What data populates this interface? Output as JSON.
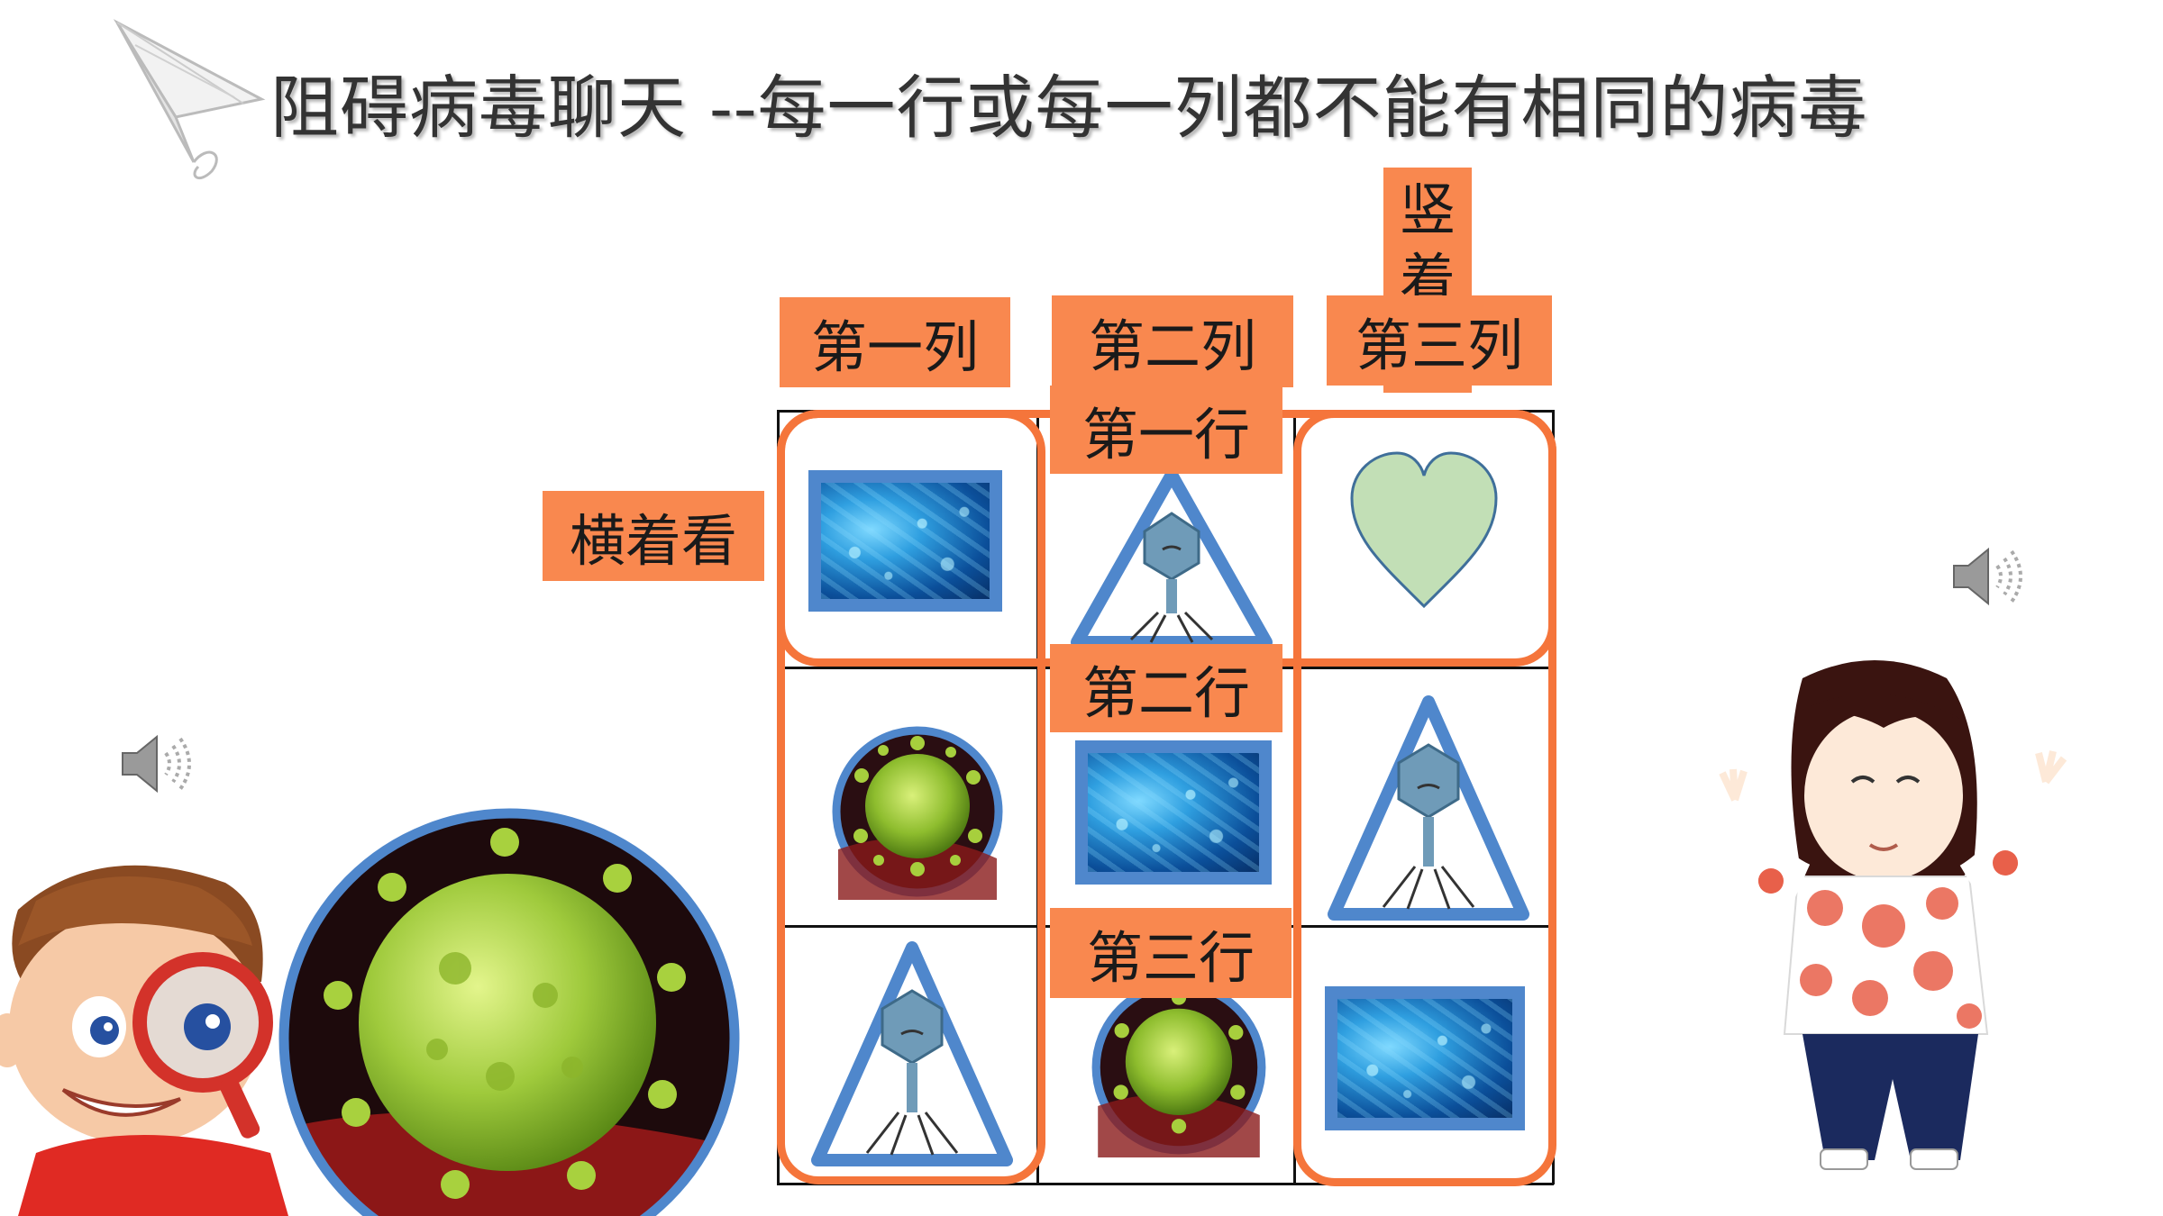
{
  "title": "阻碍病毒聊天 --每一行或每一列都不能有相同的病毒",
  "labels": {
    "vertical_look": "竖着看",
    "horizontal_look": "横着看",
    "col1": "第一列",
    "col2": "第二列",
    "col3": "第三列",
    "row1": "第一行",
    "row2": "第二行",
    "row3": "第三行"
  },
  "grid": {
    "rows": [
      [
        "blue-square-virus",
        "phage-triangle",
        "heart-shape"
      ],
      [
        "green-virus-circle",
        "blue-square-virus",
        "phage-triangle"
      ],
      [
        "phage-triangle",
        "green-virus-circle",
        "blue-square-virus"
      ]
    ]
  },
  "colors": {
    "tag_orange": "#f9884f",
    "highlight_orange": "#f5753b",
    "icon_blue": "#4f87cc",
    "heart_green": "#c2dfb6",
    "virus_green": "#9cc93a"
  },
  "icons": [
    "paper-plane-icon",
    "speaker-icon",
    "speaker-icon",
    "boy-with-magnifier",
    "girl-cheering"
  ]
}
